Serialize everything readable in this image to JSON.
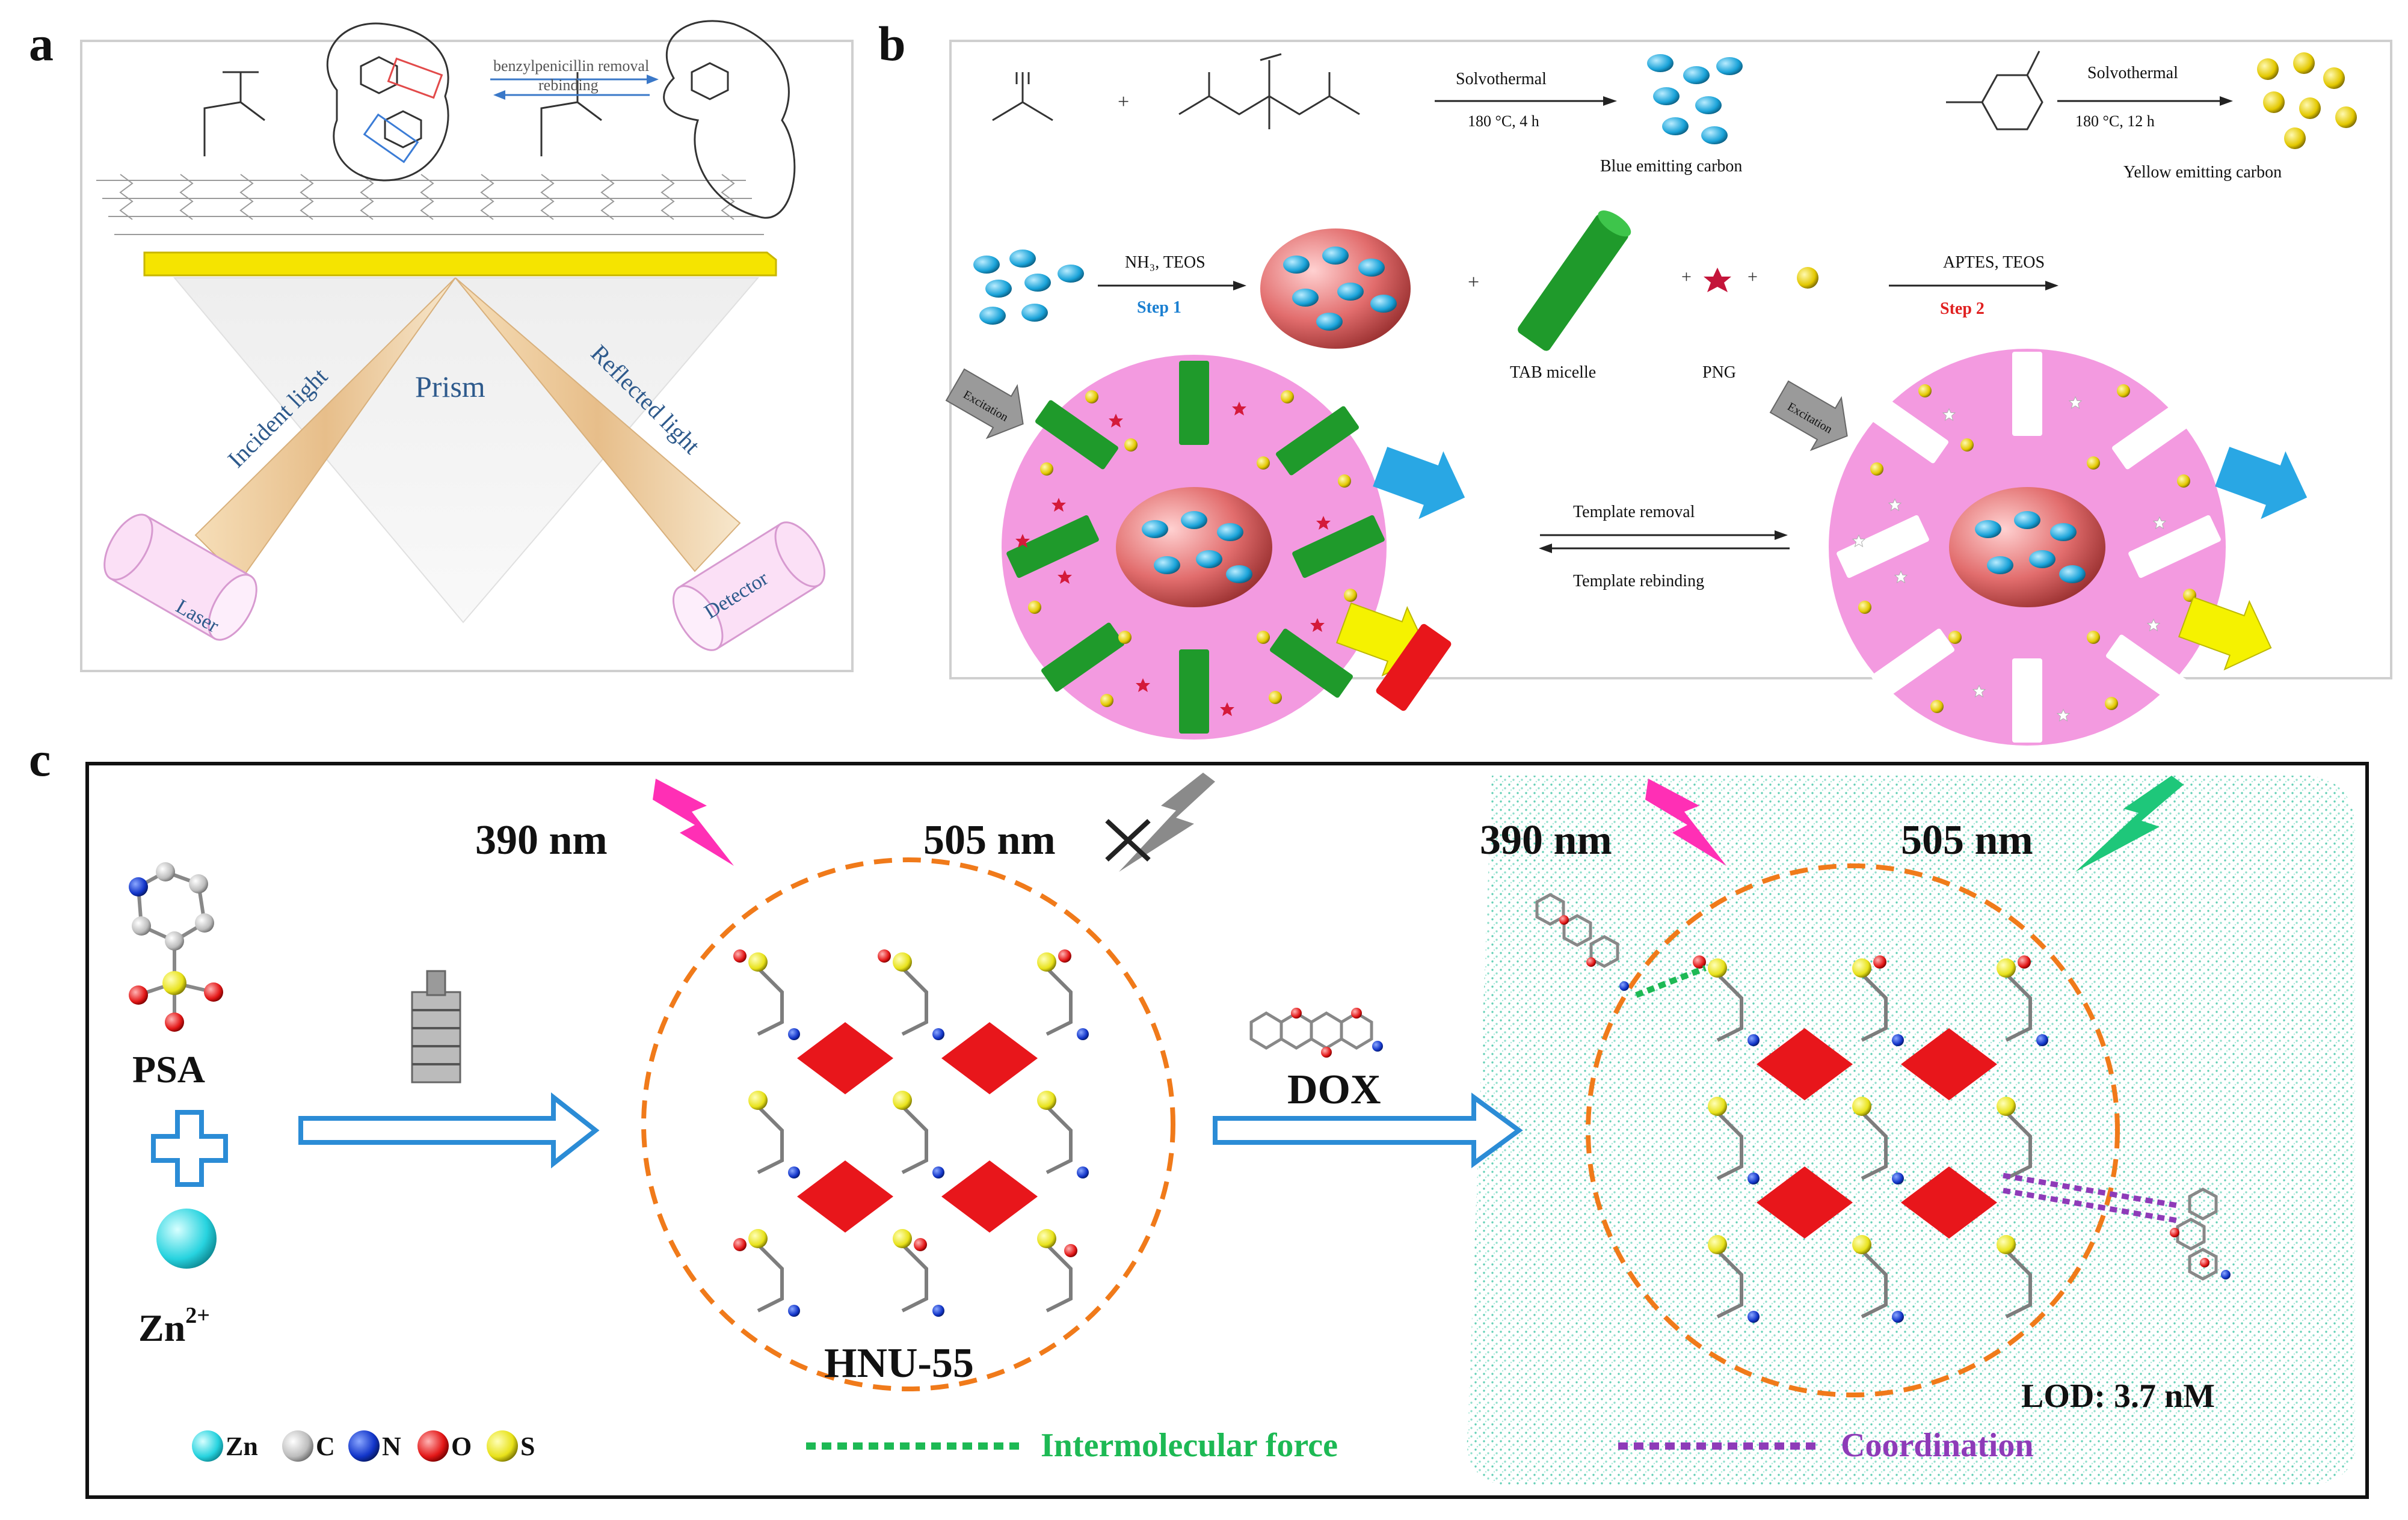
{
  "panels": {
    "a": {
      "letter": "a",
      "top_label": "benzylpenicillin removal",
      "bottom_label": "rebinding",
      "prism": "Prism",
      "incident": "Incident light",
      "reflected": "Reflected light",
      "laser": "Laser",
      "detector": "Detector"
    },
    "b": {
      "letter": "b",
      "solvothermal_1": "Solvothermal",
      "cond_1": "180 °C, 4 h",
      "blue_carbon": "Blue emitting carbon",
      "solvothermal_2": "Solvothermal",
      "cond_2": "180 °C, 12 h",
      "yellow_carbon": "Yellow emitting carbon",
      "step1_reagent": "NH₃, TEOS",
      "step1": "Step 1",
      "tab_micelle": "TAB micelle",
      "png": "PNG",
      "step2_reagent": "APTES, TEOS",
      "step2": "Step 2",
      "template_removal": "Template  removal",
      "template_rebinding": "Template  rebinding",
      "excitation": "Excitation",
      "plus": "+"
    },
    "c": {
      "letter": "c",
      "nm390_left": "390 nm",
      "nm505_left": "505 nm",
      "nm390_right": "390 nm",
      "nm505_right": "505 nm",
      "psa": "PSA",
      "zn": "Zn",
      "zn_sup": "2+",
      "hnu": "HNU-55",
      "dox": "DOX",
      "lod": "LOD: 3.7 nM",
      "legend": {
        "zn": "Zn",
        "c": "C",
        "n": "N",
        "o": "O",
        "s": "S"
      },
      "intermolecular": "Intermolecular force",
      "coordination": "Coordination"
    }
  },
  "colors": {
    "gold": "#f2e200",
    "cyan": "#1aa3d9",
    "pink_disc": "#f39ae0",
    "micelle_green": "#1f9a2b",
    "red_diamond": "#e8161b",
    "orange_dash": "#f07a1a",
    "lightning_pink": "#ff2fb5",
    "lightning_green": "#1ec77a",
    "intermolecular_green": "#1db954",
    "coordination_purple": "#8e3bb8",
    "arrow_blue": "#2b8cd6"
  }
}
